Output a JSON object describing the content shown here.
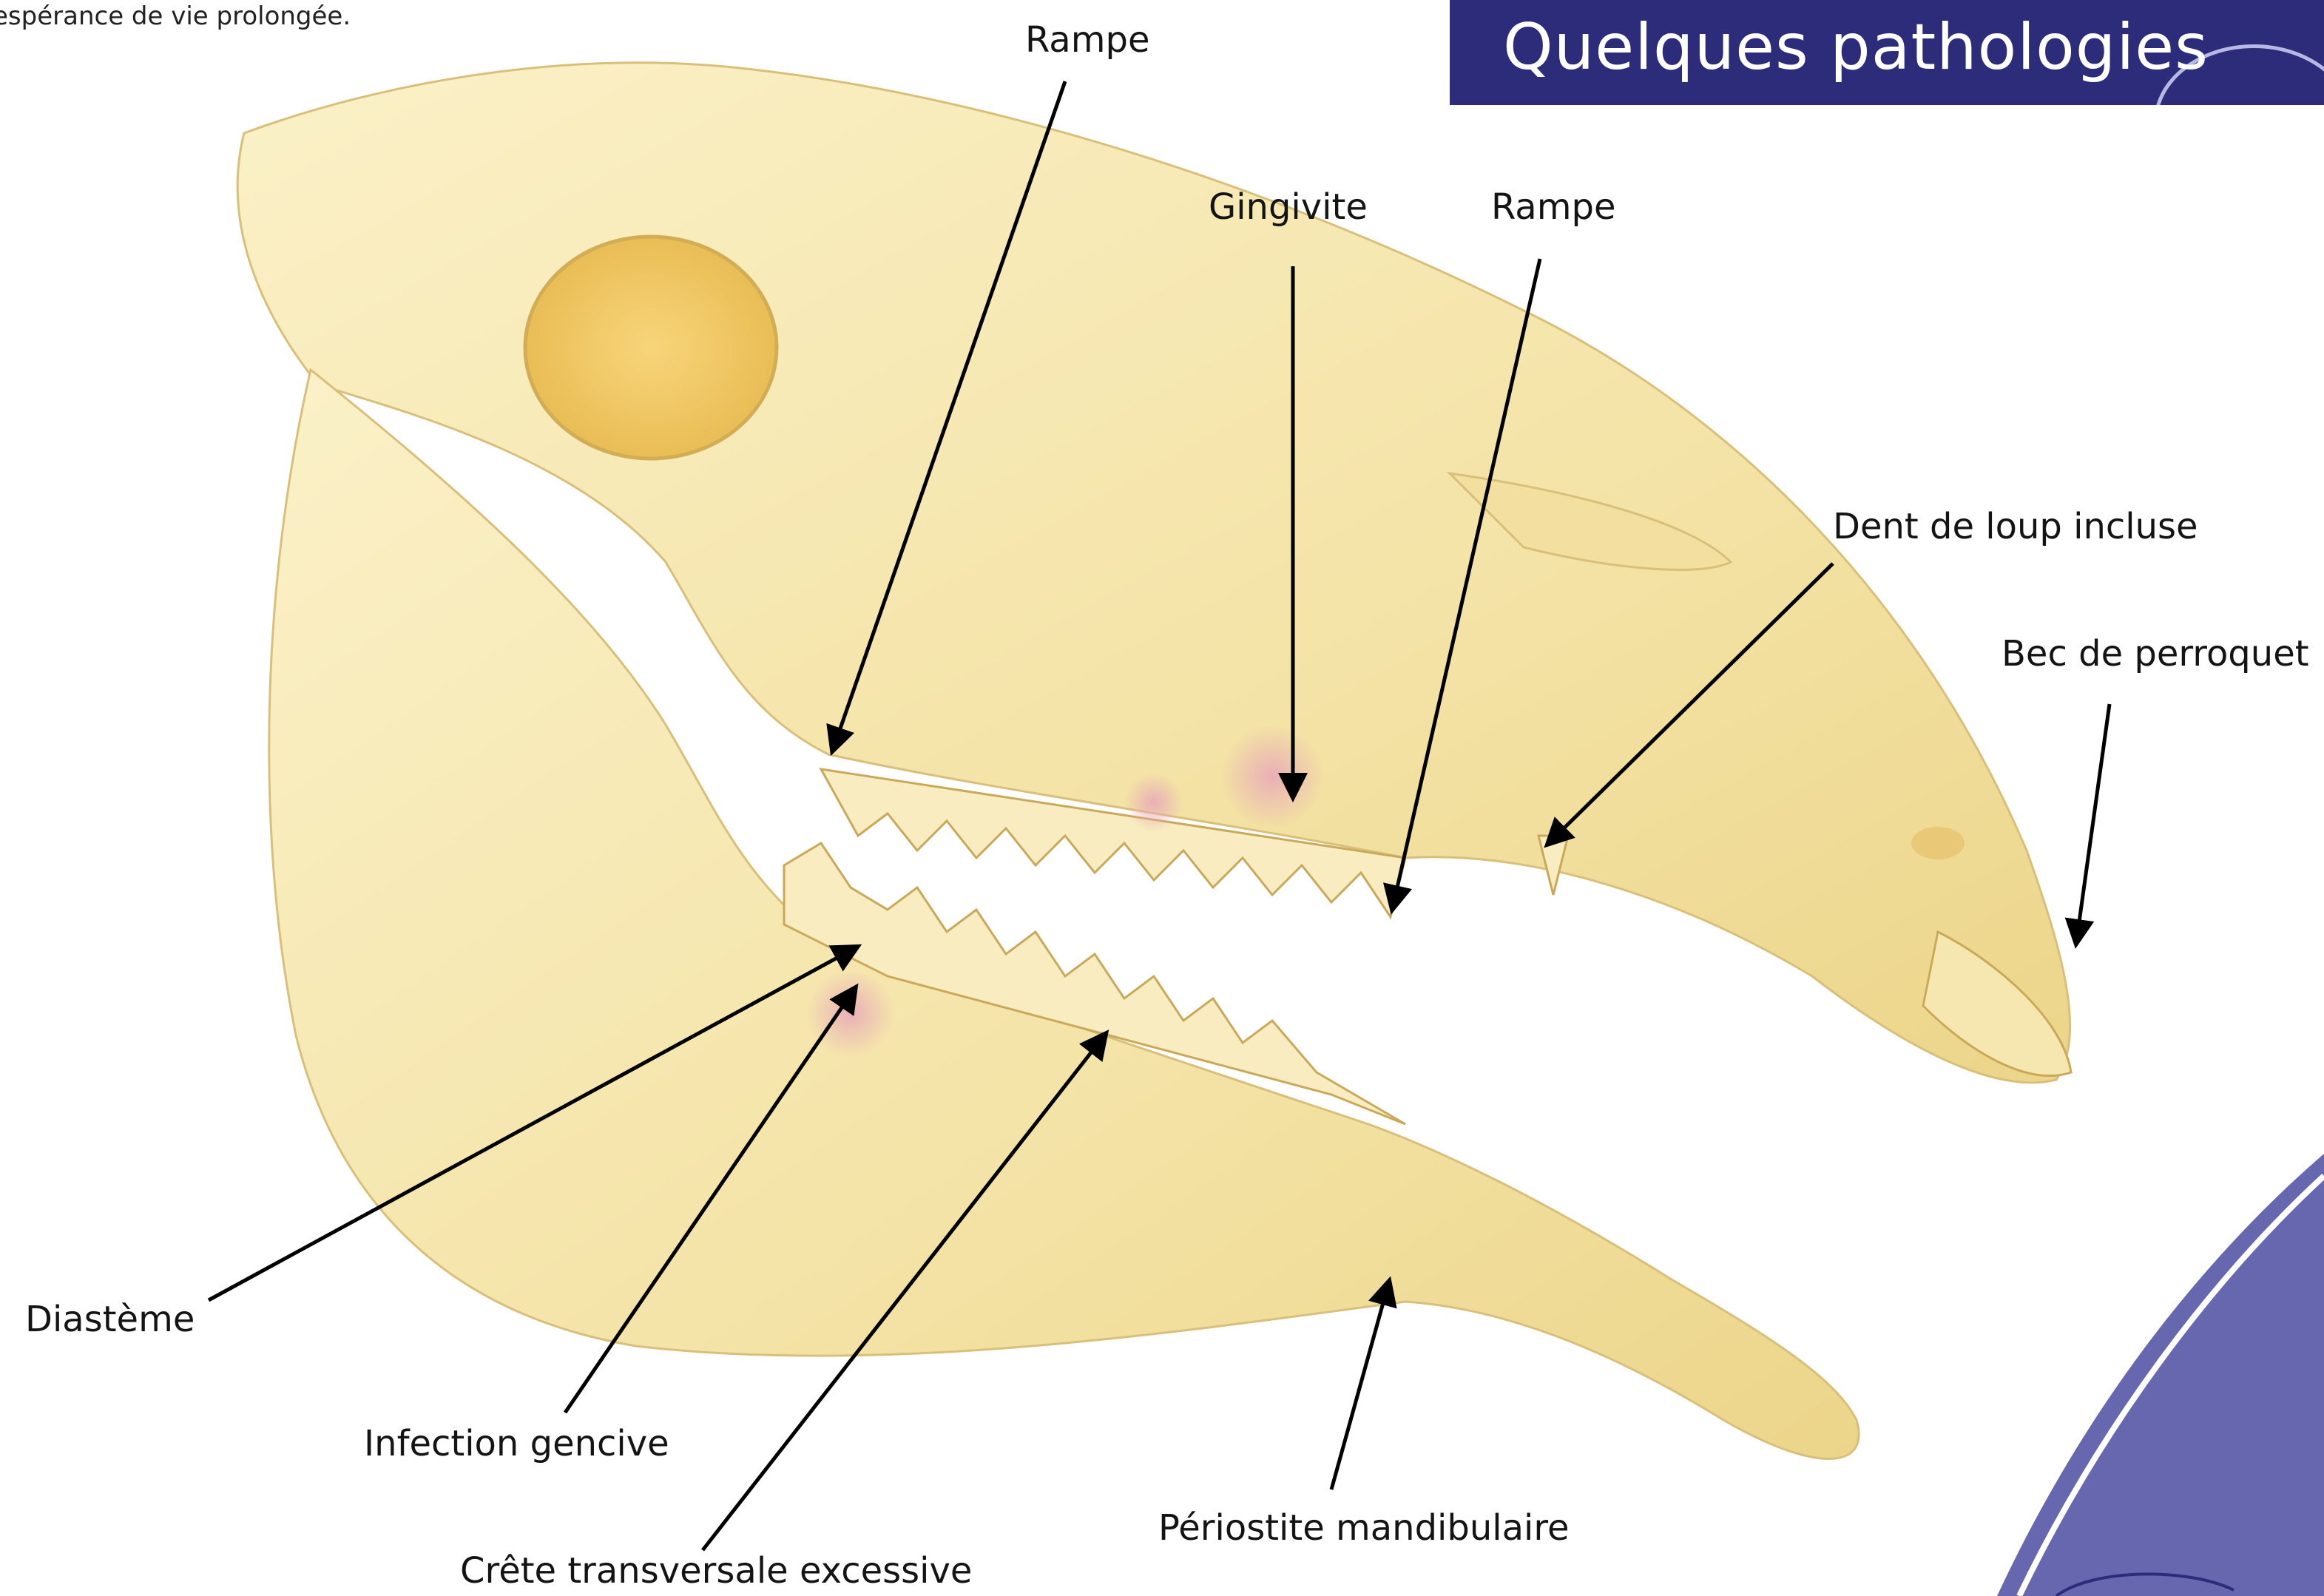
{
  "intro_text": "espérance de vie prolongée.",
  "title": "Quelques pathologies",
  "labels": {
    "rampe_1": "Rampe",
    "gingivite": "Gingivite",
    "rampe_2": "Rampe",
    "dent_loup": "Dent de loup incluse",
    "bec_perroquet": "Bec de perroquet",
    "diasteme": "Diastème",
    "infection_gencive": "Infection gencive",
    "periostite": "Périostite mandibulaire",
    "crete": "Crête transversale excessive"
  },
  "colors": {
    "banner": "#2c2c7a",
    "bone": "#f6e9b8",
    "bone_shadow": "#e8d290",
    "corner_accent": "#5a5aa6",
    "inflammation": "#e8a9b8"
  }
}
